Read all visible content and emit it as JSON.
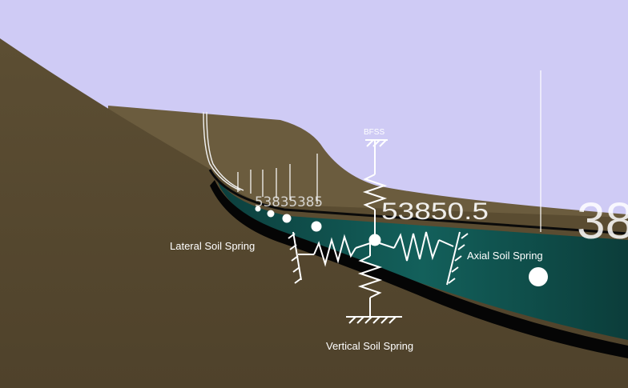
{
  "labels": {
    "bfss": "BFSS",
    "lateral": "Lateral Soil Spring",
    "axial": "Axial Soil Spring",
    "vertical": "Vertical Soil Spring",
    "station": "53850.5",
    "station_fragment": "38",
    "station_chain": "53835385"
  },
  "colors": {
    "sky": "#cfcbf5",
    "soil": "#56482f",
    "soil_far": "#6b5c3e",
    "pipe_teal": "#0f4f4c",
    "pipe_shadow": "#050505",
    "spring": "#ffffff"
  },
  "icons": [
    "fixed-support-icon"
  ]
}
